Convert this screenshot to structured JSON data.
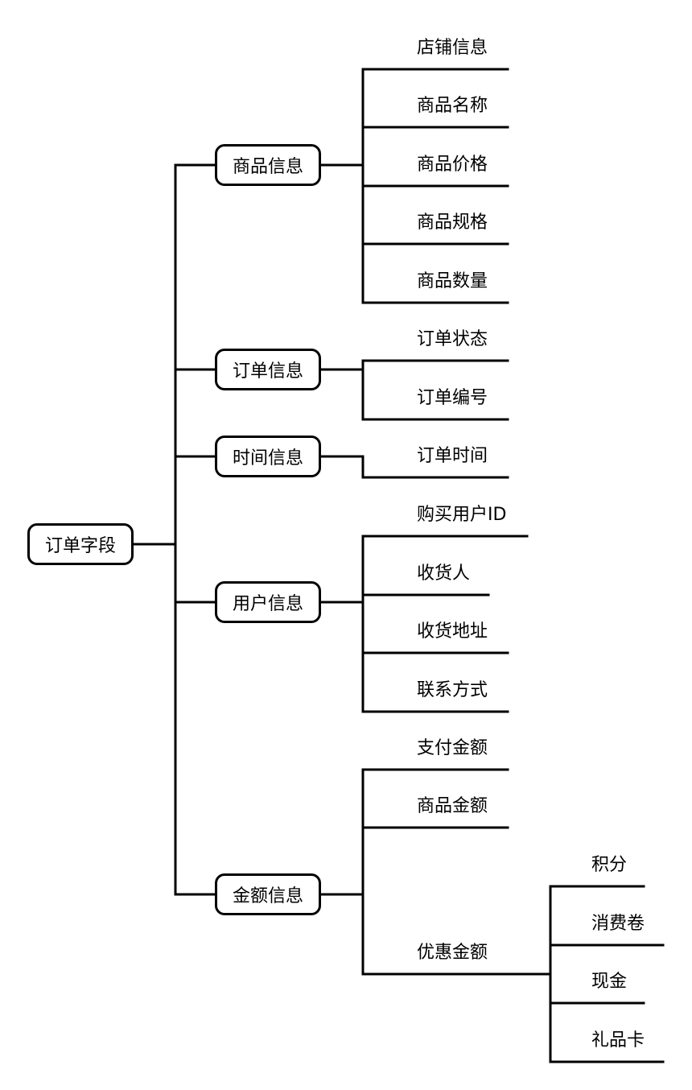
{
  "root": {
    "label": "订单字段"
  },
  "groups": [
    {
      "label": "商品信息",
      "children": [
        {
          "label": "店铺信息"
        },
        {
          "label": "商品名称"
        },
        {
          "label": "商品价格"
        },
        {
          "label": "商品规格"
        },
        {
          "label": "商品数量"
        }
      ]
    },
    {
      "label": "订单信息",
      "children": [
        {
          "label": "订单状态"
        },
        {
          "label": "订单编号"
        }
      ]
    },
    {
      "label": "时间信息",
      "children": [
        {
          "label": "订单时间"
        }
      ]
    },
    {
      "label": "用户信息",
      "children": [
        {
          "label": "购买用户ID"
        },
        {
          "label": "收货人"
        },
        {
          "label": "收货地址"
        },
        {
          "label": "联系方式"
        }
      ]
    },
    {
      "label": "金额信息",
      "children": [
        {
          "label": "支付金额"
        },
        {
          "label": "商品金额"
        },
        {
          "label": "优惠金额",
          "children": [
            {
              "label": "积分"
            },
            {
              "label": "消费卷"
            },
            {
              "label": "现金"
            },
            {
              "label": "礼品卡"
            }
          ]
        }
      ]
    }
  ]
}
